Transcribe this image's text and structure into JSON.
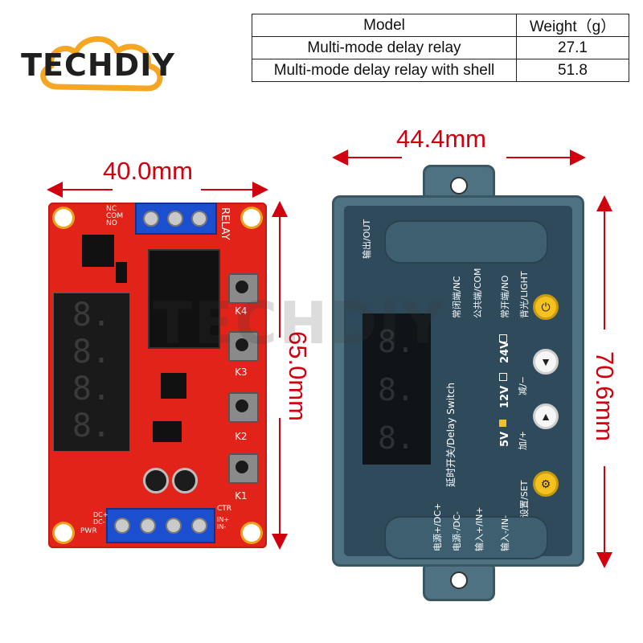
{
  "logo": {
    "text": "TECHDIY"
  },
  "weight_table": {
    "headers": [
      "Model",
      "Weight（g）"
    ],
    "rows": [
      {
        "model": "Multi-mode delay relay",
        "weight": "27.1"
      },
      {
        "model": "Multi-mode delay relay with shell",
        "weight": "51.8"
      }
    ]
  },
  "dimensions": {
    "board_width": "40.0mm",
    "board_height": "65.0mm",
    "shell_width": "44.4mm",
    "shell_height": "70.6mm"
  },
  "watermark": "TECHDIY",
  "board": {
    "relay_label": "RELAY",
    "relay_terminals": [
      "NC",
      "COM",
      "NO"
    ],
    "buttons": [
      "K1",
      "K2",
      "K3",
      "K4"
    ],
    "power_label": "PWR",
    "power_terminals": [
      "DC+",
      "DC-"
    ],
    "ctr_label": "CTR",
    "ctr_terminals": [
      "IN+",
      "IN-"
    ],
    "display_digits": [
      "8.",
      "8.",
      "8.",
      "8."
    ]
  },
  "shell": {
    "output_label": "输出/OUT",
    "labels_top_row": [
      "常闭端/NC",
      "公共端/COM",
      "常开端/NO",
      "背光/LIGHT"
    ],
    "delay_switch": "延时开关/Delay Switch",
    "voltages": [
      "5V",
      "12V",
      "24V"
    ],
    "plus_label": "加/+",
    "minus_label": "减/−",
    "labels_bottom_row": [
      "电源+/DC+",
      "电源-/DC-",
      "输入+/IN+",
      "输入-/IN-",
      "设置/SET"
    ],
    "display_digits": [
      "8.",
      "8.",
      "8."
    ]
  },
  "colors": {
    "dimension": "#d0000f",
    "board": "#e2231a",
    "shell": "#4f7283",
    "terminal": "#1c4fd0",
    "button_yellow": "#f4c11e"
  }
}
